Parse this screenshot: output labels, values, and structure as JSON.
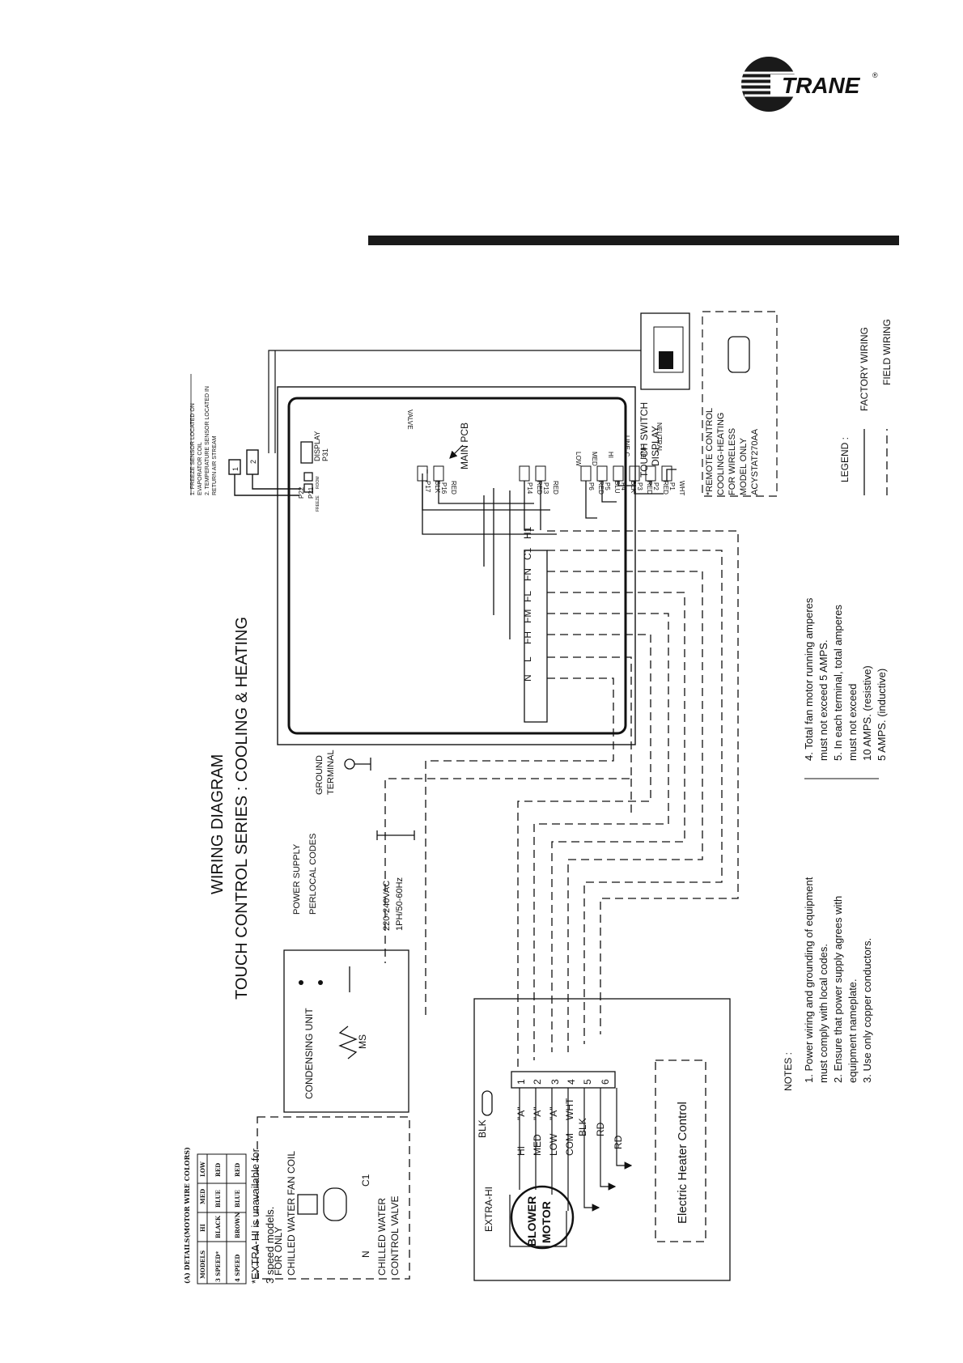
{
  "brand": {
    "name": "TRANE",
    "registered": "®"
  },
  "title": {
    "line1": "WIRING DIAGRAM",
    "line2": "TOUCH CONTROL SERIES : COOLING & HEATING"
  },
  "sensors": {
    "note1": "1. FREEZE SENSOR LOCATED ON",
    "note1b": "EVAPORATOR COIL",
    "note2": "2. TEMPERATURE SENSOR LOCATED IN",
    "note2b": "RETURN AIR STREAM",
    "sensor1": "1",
    "sensor2": "2"
  },
  "pcb": {
    "label": "MAIN PCB",
    "display_label": "DISPLAY",
    "display_port": "P31",
    "p22": "P22",
    "p21": "P21",
    "freeze": "FREEZE",
    "room": "ROOM",
    "ports": [
      {
        "id": "P17",
        "func": "VALVE",
        "color": "BLK"
      },
      {
        "id": "P16",
        "func": "",
        "color": "RED"
      },
      {
        "id": "P14",
        "func": "",
        "color": "RED"
      },
      {
        "id": "P13",
        "func": "",
        "color": "RED"
      },
      {
        "id": "P6",
        "func": "LOW",
        "color": "RED"
      },
      {
        "id": "P5",
        "func": "MED",
        "color": "BLU"
      },
      {
        "id": "P4",
        "func": "HI",
        "color": "BLK"
      },
      {
        "id": "P3",
        "func": "LINE-C",
        "color": "RED"
      },
      {
        "id": "P2",
        "func": "LINE",
        "color": "RED"
      },
      {
        "id": "P1",
        "func": "NEUTRAL",
        "color": "WHT"
      }
    ]
  },
  "terminals": [
    "H1",
    "C1",
    "FN",
    "FL",
    "FM",
    "FH",
    "L",
    "N"
  ],
  "touch_display": {
    "line1": "TOUCH SWITCH",
    "line2": "DISPLAY"
  },
  "remote": {
    "lines": [
      "*REMOTE CONTROL",
      "COOLING-HEATING",
      "FOR WIRELESS",
      "MODEL ONLY",
      "ACYSTAT270AA"
    ]
  },
  "legend": {
    "title": "LEGEND :",
    "factory": "FACTORY WIRING",
    "field": "FIELD WIRING"
  },
  "ground": {
    "line1": "GROUND",
    "line2": "TERMINAL"
  },
  "power": {
    "supply1": "POWER SUPPLY",
    "supply2": "PERLOCAL CODES",
    "voltage1": "220-240VAC",
    "voltage2": "1PH/50-60Hz"
  },
  "condensing": {
    "label": "CONDENSING UNIT",
    "ms": "MS"
  },
  "coil": {
    "line1": "FOR ONLY",
    "line2": "CHILLED WATER FAN COIL",
    "c1": "C1",
    "n": "N",
    "valve1": "CHILLED WATER",
    "valve2": "CONTROL VALVE"
  },
  "motor": {
    "line1": "BLOWER",
    "line2": "MOTOR",
    "extra_hi": "EXTRA-HI",
    "blk": "BLK",
    "taps": [
      {
        "num": "1",
        "name": "HI",
        "a": "\"A\""
      },
      {
        "num": "2",
        "name": "MED",
        "a": "\"A\""
      },
      {
        "num": "3",
        "name": "LOW",
        "a": "\"A\""
      },
      {
        "num": "4",
        "name": "COM",
        "a": "WHT"
      },
      {
        "num": "5",
        "name": "",
        "a": "BLK"
      },
      {
        "num": "6",
        "name": "",
        "a": "RD"
      }
    ],
    "rd2": "RD",
    "heater": "Electric Heater Control"
  },
  "notes": {
    "title": "NOTES :",
    "left": [
      "1. Power wiring and grounding of equipment",
      "    must comply with local codes.",
      "2. Ensure that power supply agrees with",
      "    equipment nameplate.",
      "3. Use only copper conductors."
    ],
    "right": [
      "4. Total fan motor running amperes",
      "    must not exceed 5 AMPS.",
      "5. In each terminal, total amperes",
      "    must not exceed",
      "    10 AMPS. (resistive)",
      "    5   AMPS. (inductive)"
    ]
  },
  "wire_table": {
    "title": "(A) DETAILS(MOTOR WIRE COLORS)",
    "headers": [
      "MODELS",
      "HI",
      "MED",
      "LOW"
    ],
    "rows": [
      [
        "3 SPEED*",
        "BLACK",
        "BLUE",
        "RED"
      ],
      [
        "4 SPEED",
        "BROWN",
        "BLUE",
        "RED"
      ]
    ],
    "footnote1": "*EXTRA-HI is unavailable for",
    "footnote2": "3 speed models."
  }
}
